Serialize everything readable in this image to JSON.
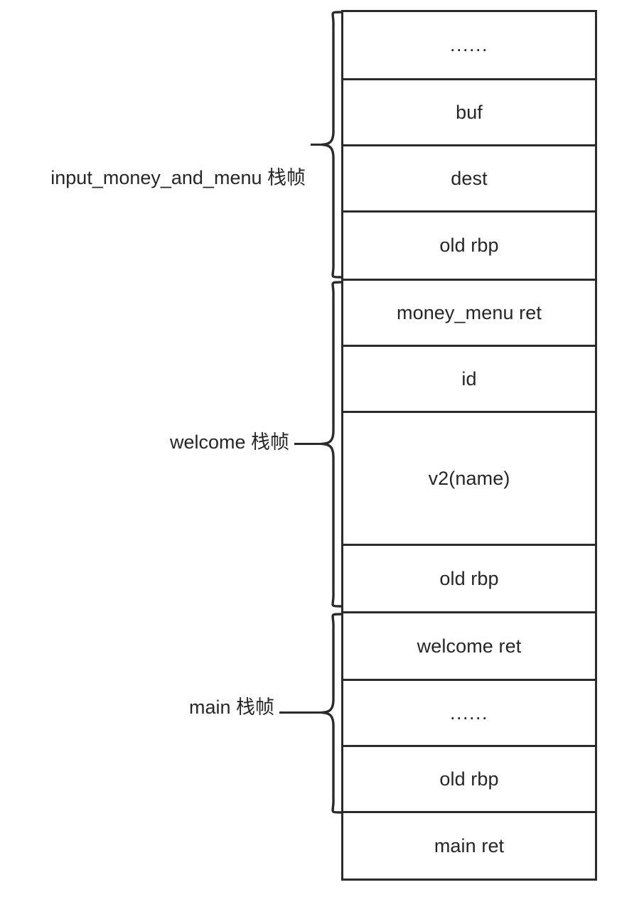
{
  "diagram": {
    "title": "stack-frame-layout",
    "colors": {
      "stroke": "#2b2b2b",
      "text": "#262626",
      "background": "#ffffff"
    },
    "stack_cells": [
      {
        "label": "......",
        "is_ellipsis": true
      },
      {
        "label": "buf",
        "is_ellipsis": false
      },
      {
        "label": "dest",
        "is_ellipsis": false
      },
      {
        "label": "old rbp",
        "is_ellipsis": false
      },
      {
        "label": "money_menu ret",
        "is_ellipsis": false
      },
      {
        "label": "id",
        "is_ellipsis": false
      },
      {
        "label": "v2(name)",
        "is_ellipsis": false
      },
      {
        "label": "old rbp",
        "is_ellipsis": false
      },
      {
        "label": "welcome ret",
        "is_ellipsis": false
      },
      {
        "label": "......",
        "is_ellipsis": true
      },
      {
        "label": "old rbp",
        "is_ellipsis": false
      },
      {
        "label": "main ret",
        "is_ellipsis": false
      }
    ],
    "frames": [
      {
        "label": "input_money_and_menu 栈帧"
      },
      {
        "label": "welcome 栈帧"
      },
      {
        "label": "main 栈帧"
      }
    ]
  }
}
